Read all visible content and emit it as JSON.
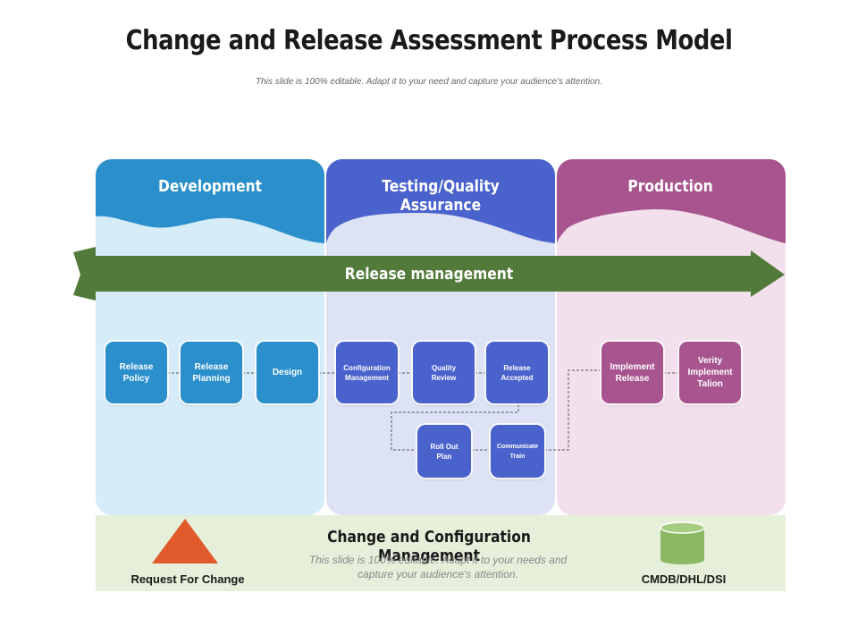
{
  "title": "Change and Release Assessment Process Model",
  "subtitle": "This slide is 100% editable. Adapt it to your need and capture your audience's attention.",
  "columns": [
    {
      "label": "Development",
      "color": "#2a8fcb",
      "light": "#d6ecf8"
    },
    {
      "label": "Testing/Quality Assurance",
      "color": "#4a62cc",
      "light": "#dde3f5"
    },
    {
      "label": "Production",
      "color": "#a8558f",
      "light": "#f2e0ec"
    }
  ],
  "release_arrow": {
    "label": "Release management",
    "color": "#527a3a"
  },
  "boxes": {
    "release_policy": "Release\nPolicy",
    "release_planning": "Release\nPlanning",
    "design": "Design",
    "configuration_management": "Configuration\nManagement",
    "quality_review": "Quality\nReview",
    "release_accepted": "Release\nAccepted",
    "roll_out_plan": "Roll Out\nPlan",
    "communicate_train": "Communicate\nTrain",
    "implement_release": "Implement\nRelease",
    "verity_implement_talion": "Verity\nImplement\nTalion"
  },
  "bottom": {
    "title": "Change and Configuration Management",
    "description": "This slide is 100% editable. Adapt it to your needs and capture your audience's attention.",
    "left_label": "Request For Change",
    "right_label": "CMDB/DHL/DSI",
    "panel_color": "#e6efd9",
    "triangle_color": "#e05a2b",
    "cylinder_color": "#8cb865"
  }
}
